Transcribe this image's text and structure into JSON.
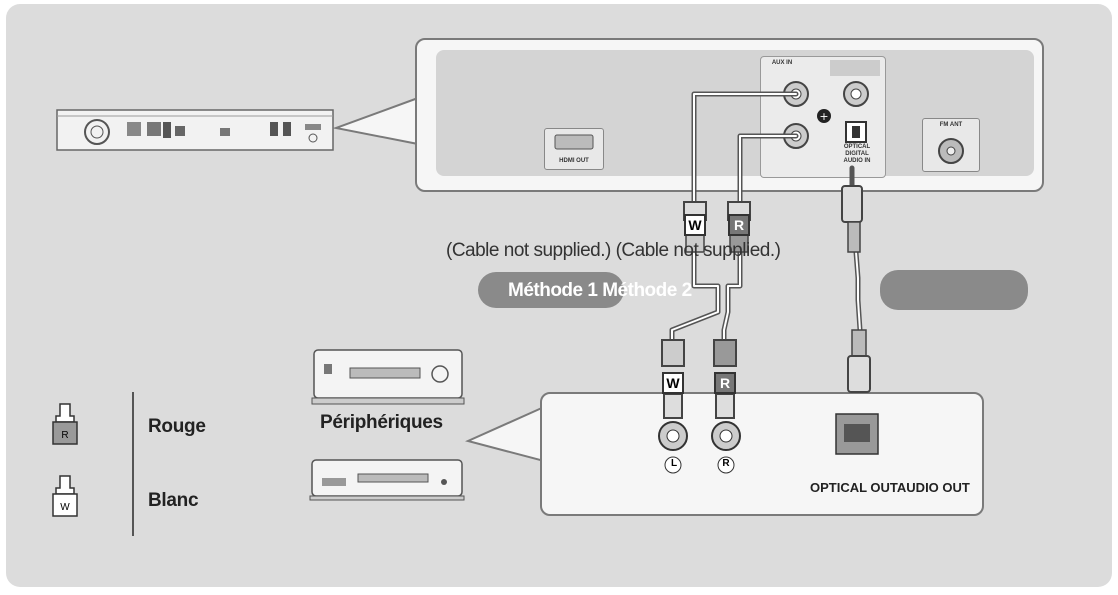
{
  "diagram": {
    "cable_notes": [
      "(Cable not supplied.)",
      "(Cable not supplied.)"
    ],
    "methods": [
      "Méthode 1",
      "Méthode 2"
    ],
    "optical_pill": "",
    "devices_label": "Périphériques",
    "device_outputs": [
      "OPTICAL OUT",
      "AUDIO OUT"
    ],
    "plug_letters": {
      "white": "W",
      "red": "R"
    },
    "jack_letters": {
      "left": "L",
      "right": "R"
    },
    "rear_panel": {
      "aux_in": "AUX IN",
      "optical": [
        "OPTICAL",
        "DIGITAL",
        "AUDIO IN"
      ],
      "hdmi_out": "HDMI OUT",
      "fm_ant": "FM ANT"
    },
    "legend": [
      {
        "plug": "R",
        "label": "Rouge"
      },
      {
        "plug": "W",
        "label": "Blanc"
      }
    ]
  },
  "colors": {
    "background": "#dcdcdc",
    "pill": "#8a8a8a",
    "cable": "#555555",
    "panel": "#d4d4d4"
  }
}
